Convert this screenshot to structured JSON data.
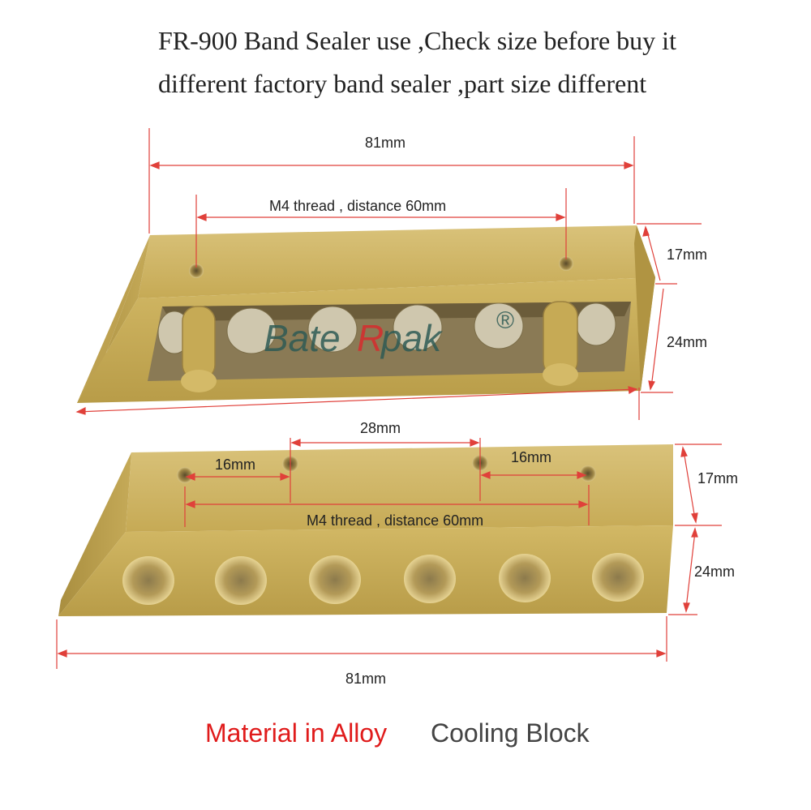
{
  "headline": {
    "line1": "FR-900 Band Sealer use ,Check size before buy it",
    "line2": "different factory band sealer ,part size different"
  },
  "dimensions": {
    "top_width": "81mm",
    "top_thread": "M4 thread , distance 60mm",
    "top_height_upper": "17mm",
    "top_height_lower": "24mm",
    "bottom_center_spacing": "28mm",
    "bottom_left_spacing": "16mm",
    "bottom_right_spacing": "16mm",
    "bottom_thread": "M4 thread , distance 60mm",
    "bottom_height_upper": "17mm",
    "bottom_height_lower": "24mm",
    "bottom_width": "81mm"
  },
  "watermark": {
    "text_a": "Bate",
    "text_b": "R",
    "text_c": "pak",
    "mark": "®"
  },
  "footer": {
    "material": "Material in Alloy",
    "product": "Cooling Block"
  },
  "colors": {
    "dimension_line": "#e0403a",
    "alloy": "#cdb35e",
    "material_text": "#e01b1b",
    "product_text": "#444444"
  }
}
